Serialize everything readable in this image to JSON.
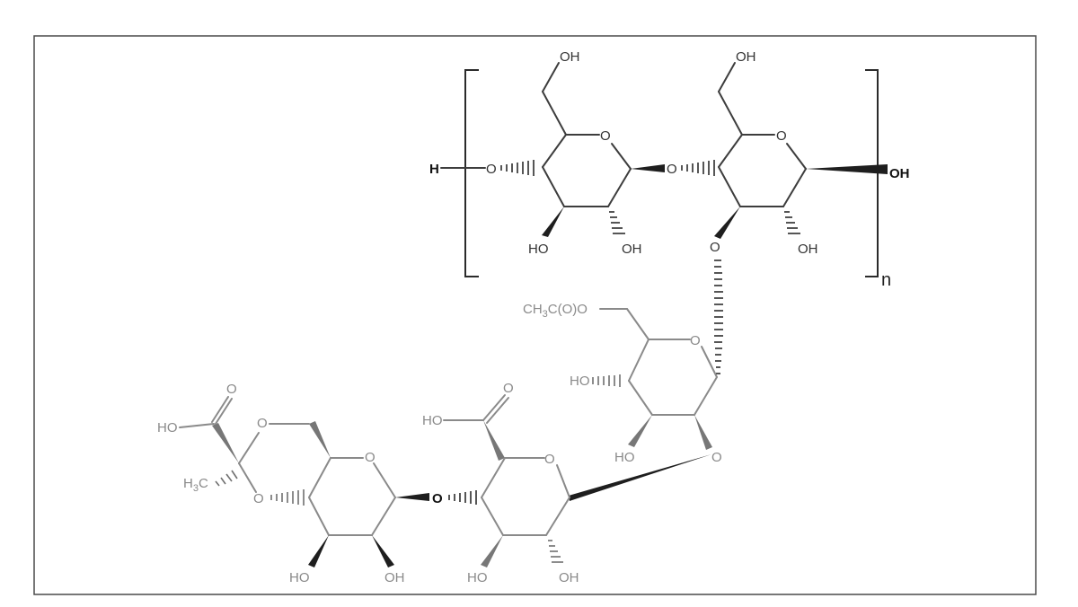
{
  "labels": {
    "h_terminal": "H",
    "oh_terminal": "OH",
    "n_subscript": "n",
    "oh": "OH",
    "ho": "HO",
    "o": "O",
    "ring_o": "O",
    "acetyl": "CH3C(O)O",
    "methyl": "H3C"
  }
}
